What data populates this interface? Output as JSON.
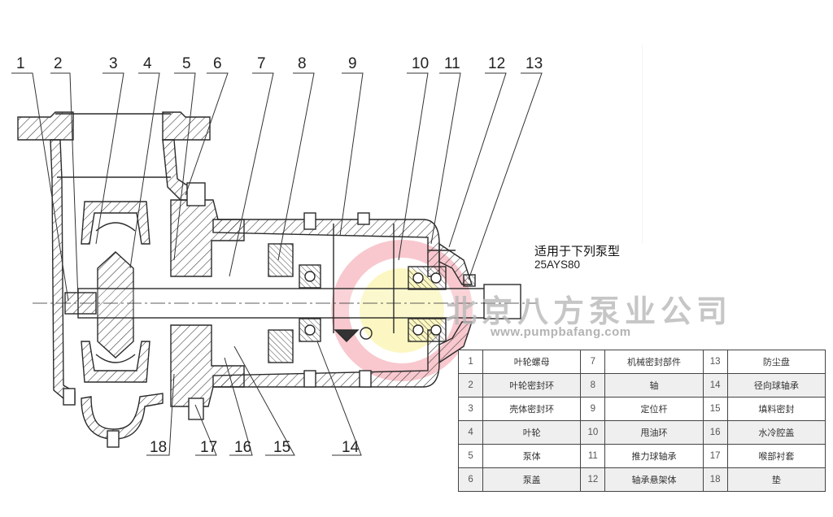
{
  "drawing": {
    "subject": "pump sectional assembly drawing",
    "callouts_top": [
      "1",
      "2",
      "3",
      "4",
      "5",
      "6",
      "7",
      "8",
      "9",
      "10",
      "11",
      "12",
      "13"
    ],
    "callouts_bottom": [
      "18",
      "17",
      "16",
      "15",
      "14"
    ],
    "logo_colors": {
      "ring": "#f6b6bd",
      "inner": "#fbf4a8"
    }
  },
  "title": {
    "heading": "适用于下列泵型",
    "model": "25AYS80"
  },
  "watermark": {
    "company": "北京八方泵业公司",
    "url": "www.pumpbafang.com"
  },
  "parts_table": {
    "rows": [
      [
        {
          "no": "1",
          "name": "叶轮螺母"
        },
        {
          "no": "7",
          "name": "机械密封部件"
        },
        {
          "no": "13",
          "name": "防尘盘"
        }
      ],
      [
        {
          "no": "2",
          "name": "叶轮密封环"
        },
        {
          "no": "8",
          "name": "轴"
        },
        {
          "no": "14",
          "name": "径向球轴承"
        }
      ],
      [
        {
          "no": "3",
          "name": "壳体密封环"
        },
        {
          "no": "9",
          "name": "定位杆"
        },
        {
          "no": "15",
          "name": "填料密封"
        }
      ],
      [
        {
          "no": "4",
          "name": "叶轮"
        },
        {
          "no": "10",
          "name": "甩油环"
        },
        {
          "no": "16",
          "name": "水冷腔盖"
        }
      ],
      [
        {
          "no": "5",
          "name": "泵体"
        },
        {
          "no": "11",
          "name": "推力球轴承"
        },
        {
          "no": "17",
          "name": "喉部衬套"
        }
      ],
      [
        {
          "no": "6",
          "name": "泵盖"
        },
        {
          "no": "12",
          "name": "轴承悬架体"
        },
        {
          "no": "18",
          "name": "垫"
        }
      ]
    ]
  }
}
